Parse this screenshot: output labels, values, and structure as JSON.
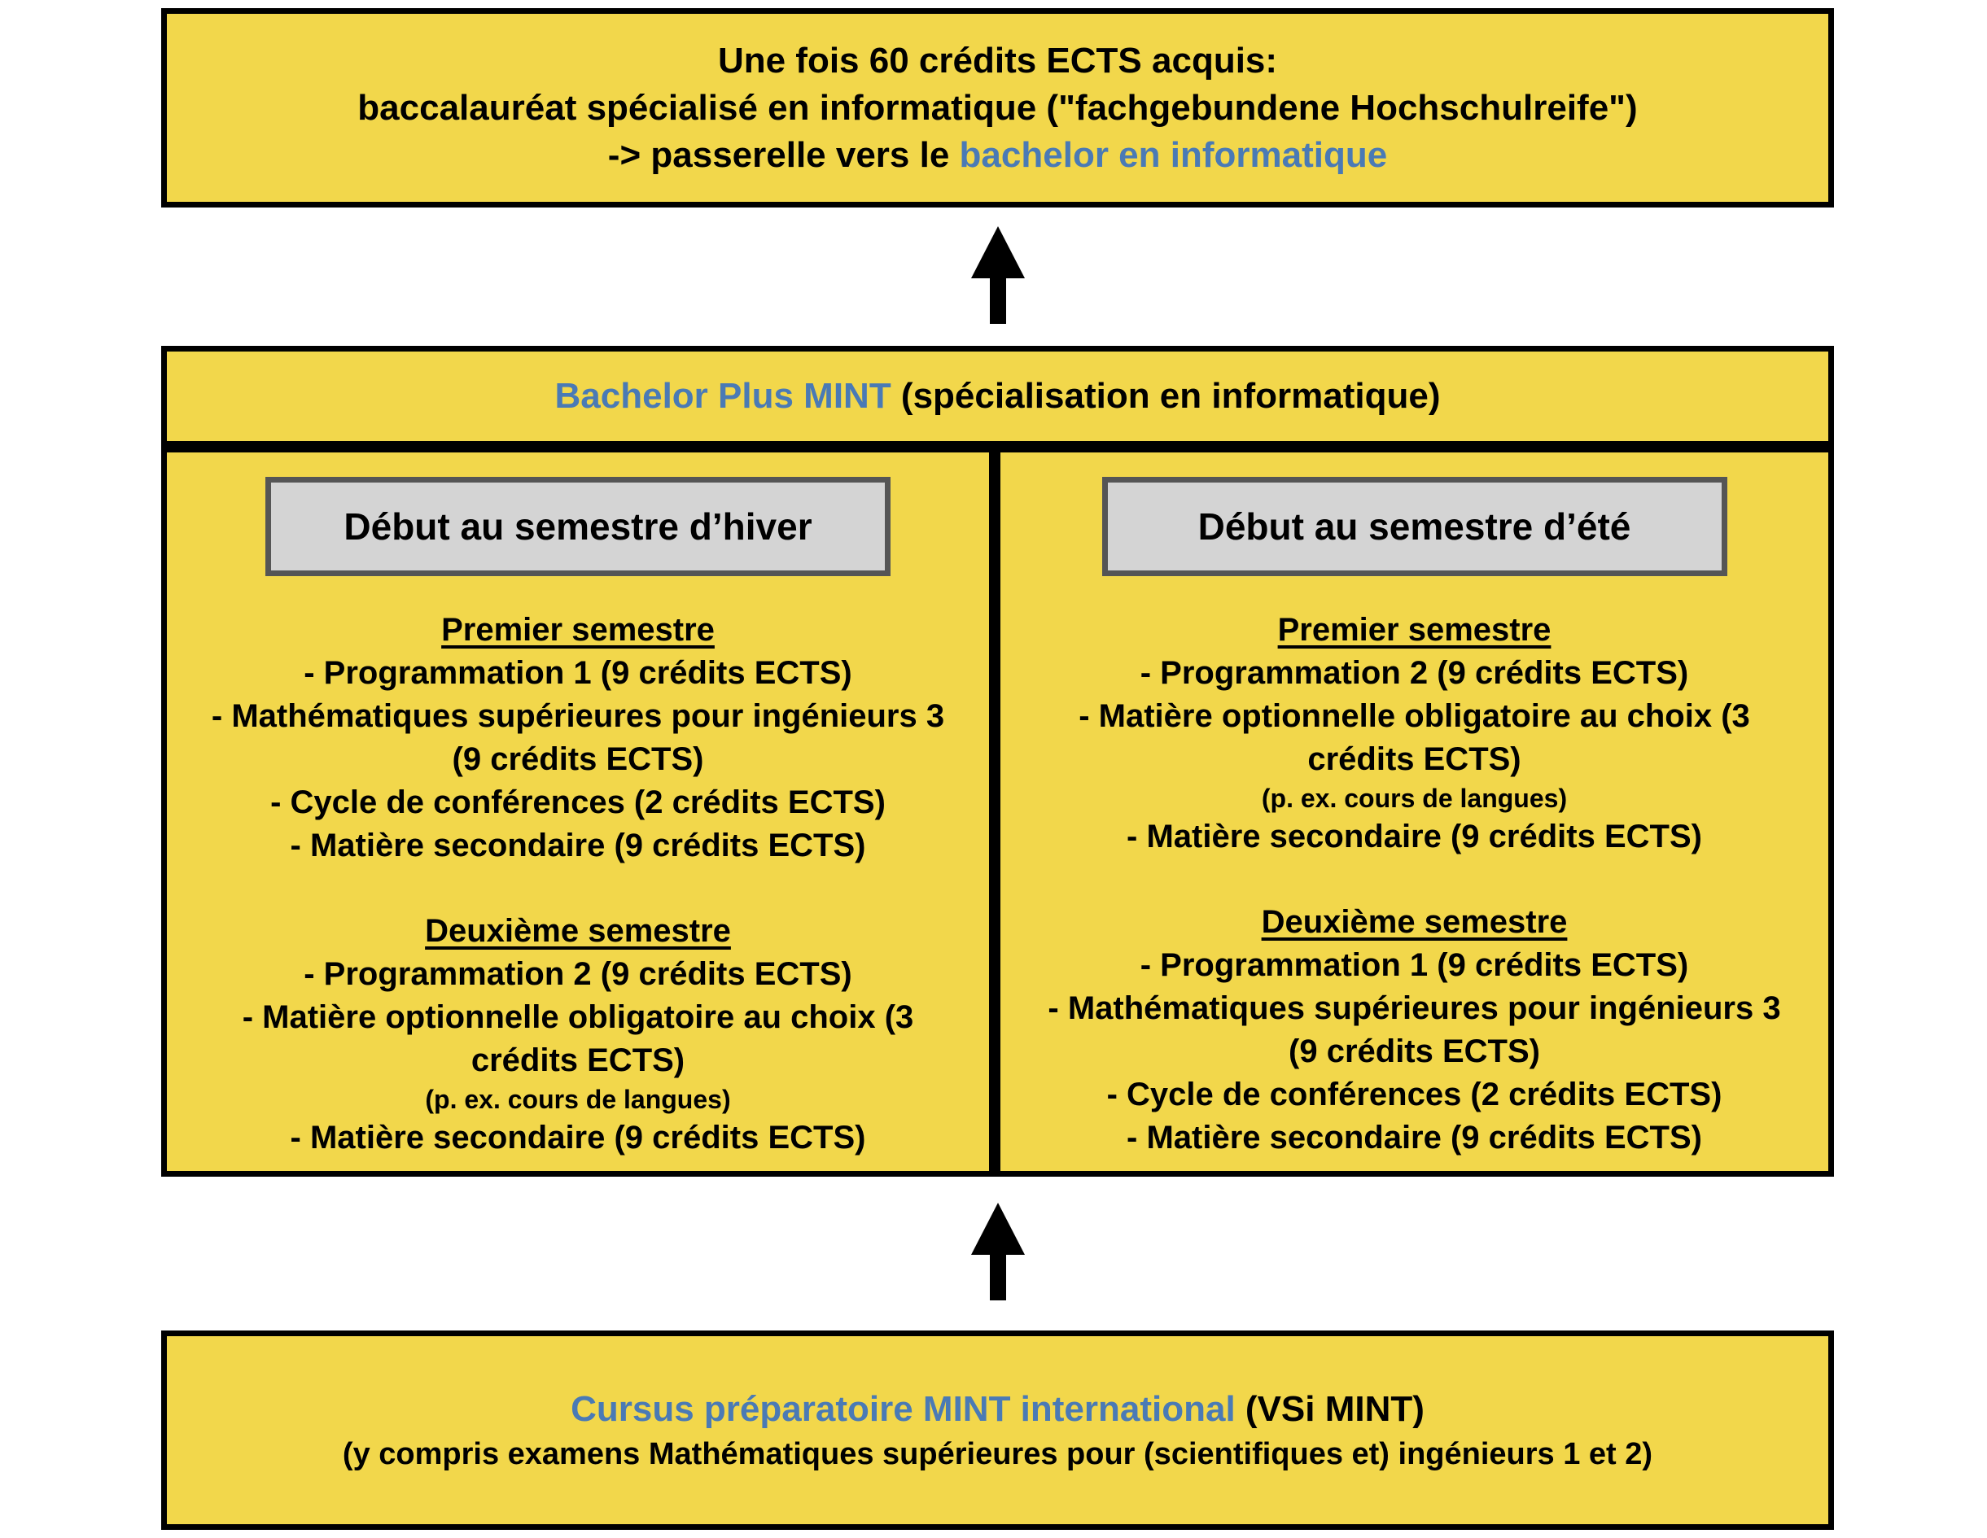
{
  "top": {
    "line1": "Une fois 60 crédits ECTS acquis:",
    "line2": "baccalauréat spécialisé en informatique (\"fachgebundene Hochschulreife\")",
    "line3_prefix": "-> passerelle vers le ",
    "line3_link": "bachelor en informatique"
  },
  "bachelor": {
    "link": "Bachelor Plus MINT",
    "suffix": " (spécialisation en informatique)"
  },
  "winter": {
    "heading": "Début au semestre d’hiver",
    "sem1_title": "Premier semestre",
    "sem1_l1": "- Programmation 1 (9 crédits ECTS)",
    "sem1_l2": "- Mathématiques supérieures pour ingénieurs 3",
    "sem1_l3": "(9 crédits ECTS)",
    "sem1_l4": "- Cycle de conférences  (2 crédits ECTS)",
    "sem1_l5": "- Matière secondaire (9 crédits ECTS)",
    "sem2_title": "Deuxième semestre",
    "sem2_l1": "- Programmation 2 (9 crédits ECTS)",
    "sem2_l2": "- Matière optionnelle obligatoire au choix (3",
    "sem2_l3": "crédits ECTS)",
    "sem2_note": "(p. ex. cours de langues)",
    "sem2_l4": "- Matière secondaire (9 crédits ECTS)"
  },
  "summer": {
    "heading": "Début au semestre d’été",
    "sem1_title": "Premier semestre",
    "sem1_l1": "- Programmation 2 (9 crédits ECTS)",
    "sem1_l2": "- Matière optionnelle obligatoire au choix (3",
    "sem1_l3": "crédits ECTS)",
    "sem1_note": "(p. ex. cours de langues)",
    "sem1_l4": "- Matière secondaire (9 crédits ECTS)",
    "sem2_title": "Deuxième semestre",
    "sem2_l1": "- Programmation 1 (9 crédits ECTS)",
    "sem2_l2": "- Mathématiques supérieures pour ingénieurs 3",
    "sem2_l3": "(9 crédits ECTS)",
    "sem2_l4": "- Cycle de conférences (2 crédits ECTS)",
    "sem2_l5": "- Matière secondaire (9 crédits ECTS)"
  },
  "bottom": {
    "link": "Cursus préparatoire MINT international",
    "suffix": " (VSi MINT)",
    "line2": "(y compris examens Mathématiques supérieures pour (scientifiques et) ingénieurs 1 et 2)"
  },
  "colors": {
    "box_fill": "#f2d74b",
    "link_blue": "#4a7ab5",
    "heading_gray": "#d4d4d4"
  }
}
